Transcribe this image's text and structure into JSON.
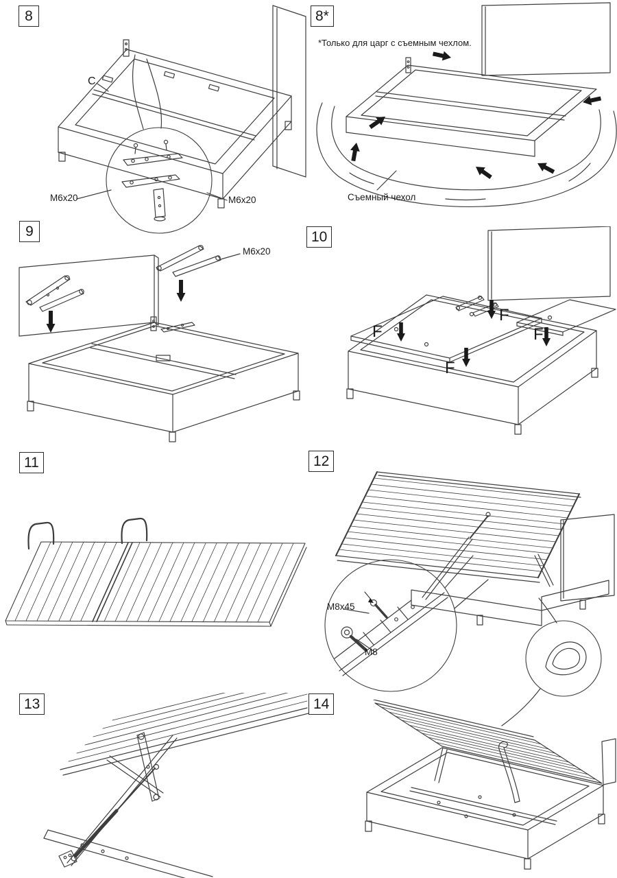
{
  "sheet": {
    "background": "#ffffff",
    "line_color": "#3d3d3d",
    "arrow_color": "#1a1a1a"
  },
  "steps": {
    "s8": {
      "number": "8"
    },
    "s8a": {
      "number": "8*",
      "note": "*Только для царг с съемным чехлом.",
      "cover_label": "Съемный чехол"
    },
    "s9": {
      "number": "9"
    },
    "s10": {
      "number": "10"
    },
    "s11": {
      "number": "11"
    },
    "s12": {
      "number": "12"
    },
    "s13": {
      "number": "13"
    },
    "s14": {
      "number": "14"
    }
  },
  "labels": {
    "part_c": "C",
    "m6x20": "M6x20",
    "m8x45": "M8x45",
    "m8": "M8",
    "f": "F"
  }
}
